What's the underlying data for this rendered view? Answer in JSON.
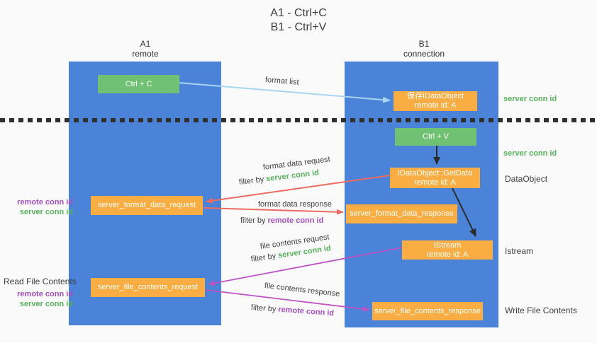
{
  "title": {
    "line1": "A1 - Ctrl+C",
    "line2": "B1 - Ctrl+V"
  },
  "columns": {
    "left": {
      "name": "A1",
      "subtitle": "remote"
    },
    "right": {
      "name": "B1",
      "subtitle": "connection"
    }
  },
  "nodes": {
    "ctrl_c": {
      "label": "Ctrl + C"
    },
    "save_dataobject": {
      "line1": "保存IDataObject",
      "line2": "remote id: A"
    },
    "ctrl_v": {
      "label": "Ctrl + V"
    },
    "getdata": {
      "line1": "IDataObject::GetData",
      "line2": "remote id: A"
    },
    "server_format_data_request": {
      "label": "server_format_data_request"
    },
    "server_format_data_response": {
      "label": "server_format_data_response"
    },
    "istream": {
      "line1": "IStream",
      "line2": "remote id: A"
    },
    "server_file_contents_request": {
      "label": "server_file_contents_request"
    },
    "server_file_contents_response": {
      "label": "server_file_contents_response"
    }
  },
  "edge_labels": {
    "format_list": "format list",
    "format_data_request": "format data request",
    "format_data_response": "format data response",
    "file_contents_request": "file contents request",
    "file_contents_response": "file contents response",
    "filter_by": "filter by",
    "server_conn_id": "server conn id",
    "remote_conn_id": "remote conn id"
  },
  "annotations": {
    "right_top_server_conn": "server conn id",
    "right_mid_server_conn": "server conn id",
    "dataobject": "DataObject",
    "istream": "Istream",
    "write_file_contents": "Write File Contents",
    "read_file_contents": "Read File Contents",
    "left_remote_conn_1": "remote conn id",
    "left_server_conn_1": "server conn id",
    "left_remote_conn_2": "remote conn id",
    "left_server_conn_2": "server conn id"
  },
  "colors": {
    "column_blue": "#4a83d7",
    "box_green": "#71c174",
    "box_orange": "#f9ad42",
    "arrow_light_blue": "#a9d5f2",
    "arrow_red": "#ed6c61",
    "arrow_magenta": "#bd53c5",
    "arrow_black": "#2b2b2b",
    "text_green": "#56b35c",
    "text_purple": "#a64ec4",
    "text_dark": "#3f3f3f",
    "background": "#fafafa"
  }
}
